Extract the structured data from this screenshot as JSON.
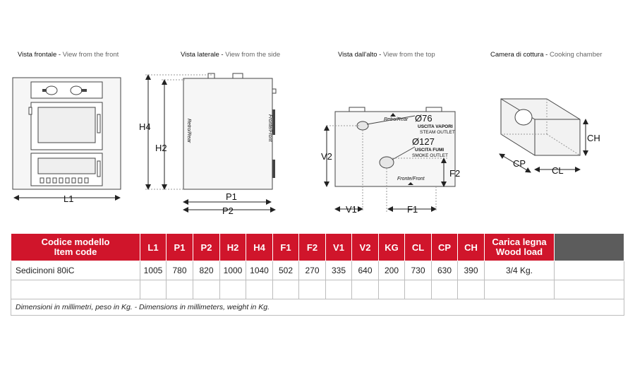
{
  "views": [
    {
      "it": "Vista frontale",
      "en": "View from the front"
    },
    {
      "it": "Vista laterale",
      "en": "View from the side"
    },
    {
      "it": "Vista dall'alto",
      "en": "View from the top"
    },
    {
      "it": "Camera di cottura",
      "en": "Cooking chamber"
    }
  ],
  "diagram": {
    "front": {
      "l1": "L1"
    },
    "side": {
      "h4": "H4",
      "h2": "H2",
      "p1": "P1",
      "p2": "P2",
      "rear": "Retro/Rear",
      "front": "Fronte/Front"
    },
    "top": {
      "v2": "V2",
      "v1": "V1",
      "f1": "F1",
      "f2": "F2",
      "rear": "Retro/Rear",
      "front": "Fronte/Front",
      "steam_dia": "Ø76",
      "steam_it": "USCITA VAPORI",
      "steam_en": "STEAM OUTLET",
      "smoke_dia": "Ø127",
      "smoke_it": "USCITA FUMI",
      "smoke_en": "SMOKE OUTLET"
    },
    "chamber": {
      "ch": "CH",
      "cp": "CP",
      "cl": "CL"
    }
  },
  "table": {
    "headers": {
      "code_it": "Codice modello",
      "code_en": "Item code",
      "cols": [
        "L1",
        "P1",
        "P2",
        "H2",
        "H4",
        "F1",
        "F2",
        "V1",
        "V2",
        "KG",
        "CL",
        "CP",
        "CH"
      ],
      "load_it": "Carica legna",
      "load_en": "Wood load"
    },
    "row": {
      "name": "Sedicinoni 80iC",
      "values": [
        "1005",
        "780",
        "820",
        "1000",
        "1040",
        "502",
        "270",
        "335",
        "640",
        "200",
        "730",
        "630",
        "390"
      ],
      "load": "3/4 Kg."
    },
    "note": "Dimensioni in millimetri, peso in Kg.   - Dimensions in millimeters, weight in Kg."
  },
  "colors": {
    "header_red": "#d0152b",
    "header_dark": "#5c5c5c"
  }
}
